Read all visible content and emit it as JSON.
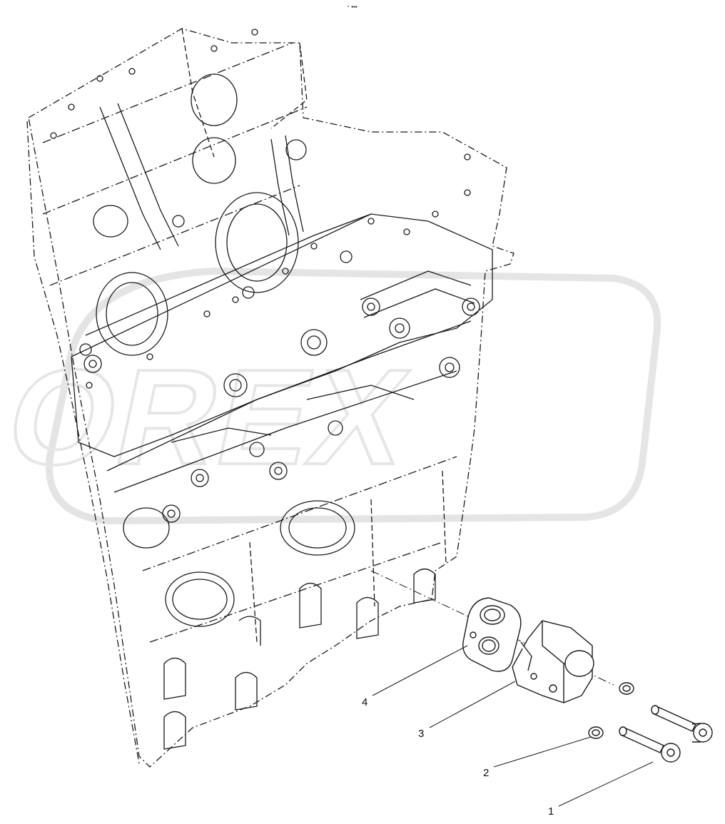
{
  "diagram": {
    "header_mark": "⁃ ▪▪▪",
    "watermark_text": "OREX",
    "callouts": [
      {
        "id": "1",
        "label": "1",
        "part": "cap-screws"
      },
      {
        "id": "2",
        "label": "2",
        "part": "washers"
      },
      {
        "id": "3",
        "label": "3",
        "part": "housing"
      },
      {
        "id": "4",
        "label": "4",
        "part": "gasket"
      }
    ],
    "colors": {
      "line": "#1a1a1a",
      "watermark": "#d8d8d8",
      "background": "#ffffff"
    }
  }
}
